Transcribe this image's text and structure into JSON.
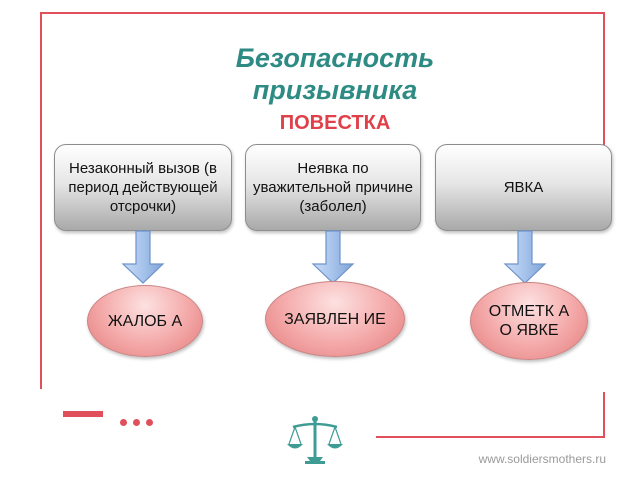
{
  "title": "Безопасность призывника",
  "subtitle": "ПОВЕСТКА",
  "boxes": [
    {
      "label": "Незаконный вызов (в период действующей отсрочки)"
    },
    {
      "label": "Неявка по уважительной причине (заболел)"
    },
    {
      "label": "ЯВКА"
    }
  ],
  "ovals": [
    {
      "label": "ЖАЛОБ А"
    },
    {
      "label": "ЗАЯВЛЕН ИЕ"
    },
    {
      "label": "ОТМЕТК А О ЯВКЕ"
    }
  ],
  "footer": {
    "url": "www.soldiersmothers.ru"
  },
  "icons": {
    "logo": "scales-of-justice-icon"
  },
  "colors": {
    "accent": "#e0505b",
    "title": "#2e8b84",
    "subtitle": "#e0404a",
    "arrow": "#9cbbe6"
  }
}
